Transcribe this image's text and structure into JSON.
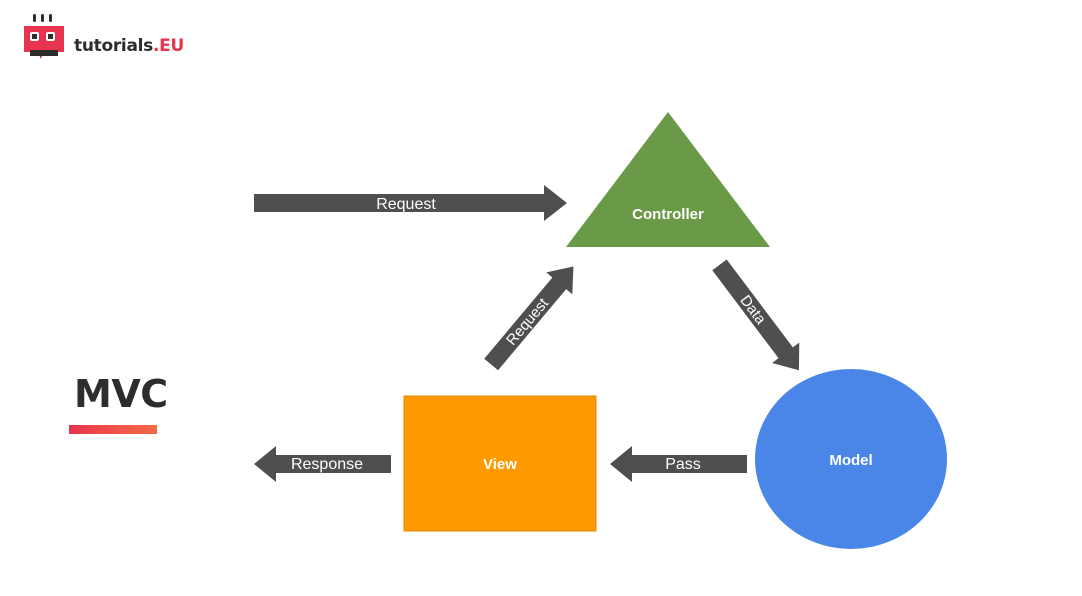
{
  "logo": {
    "name": "tutorials",
    "suffix": ".EU",
    "accent_color": "#e8344e"
  },
  "title": "MVC",
  "nodes": {
    "controller": {
      "label": "Controller",
      "shape": "triangle",
      "color": "#6a9a48"
    },
    "model": {
      "label": "Model",
      "shape": "circle",
      "color": "#4a86e8"
    },
    "view": {
      "label": "View",
      "shape": "rectangle",
      "color": "#ff9900"
    }
  },
  "edges": {
    "incoming_request": {
      "label": "Request",
      "to": "Controller"
    },
    "view_to_controller": {
      "label": "Request",
      "from": "View",
      "to": "Controller"
    },
    "controller_to_model": {
      "label": "Data",
      "from": "Controller",
      "to": "Model"
    },
    "model_to_view": {
      "label": "Pass",
      "from": "Model",
      "to": "View"
    },
    "outgoing_response": {
      "label": "Response",
      "from": "View"
    }
  },
  "arrow_color": "#4f4f4f"
}
